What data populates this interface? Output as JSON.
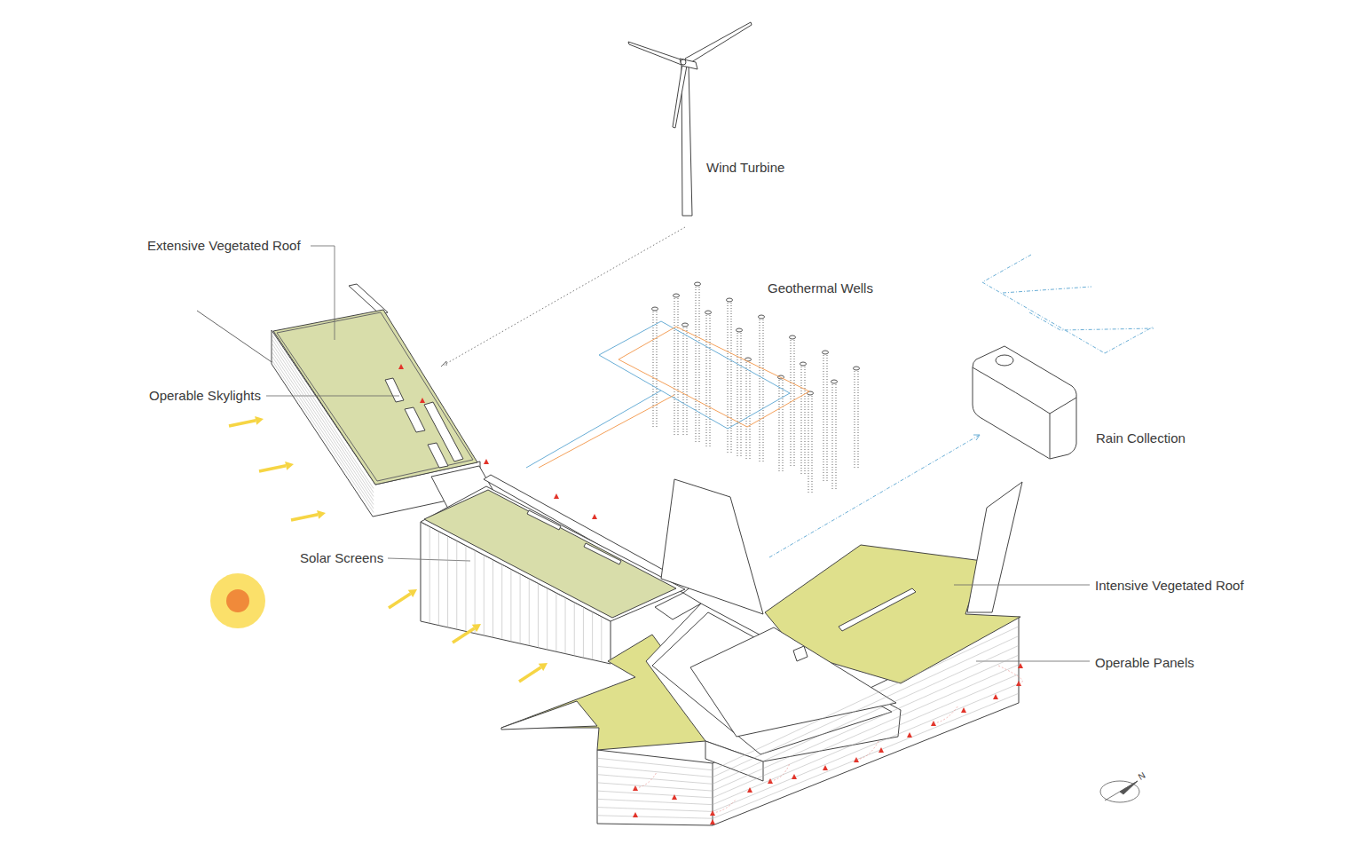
{
  "diagram": {
    "labels": [
      "Wind Turbine",
      "Extensive Vegetated Roof",
      "Geothermal Wells",
      "Operable Skylights",
      "Rain Collection",
      "Solar Screens",
      "Intensive Vegetated Roof",
      "Operable Panels",
      "N"
    ]
  }
}
